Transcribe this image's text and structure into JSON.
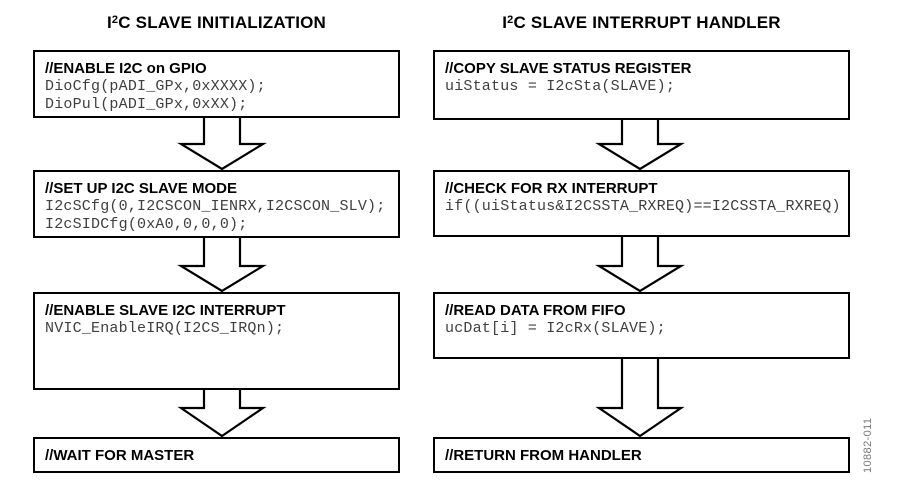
{
  "left": {
    "title": {
      "pre": "I",
      "sup": "2",
      "post": "C SLAVE INITIALIZATION"
    },
    "boxes": [
      {
        "header": "//ENABLE I2C on GPIO",
        "code": [
          "DioCfg(pADI_GPx,0xXXXX);",
          "DioPul(pADI_GPx,0xXX);"
        ]
      },
      {
        "header": "//SET UP I2C SLAVE MODE",
        "code": [
          "I2cSCfg(0,I2CSCON_IENRX,I2CSCON_SLV);",
          "I2cSIDCfg(0xA0,0,0,0);"
        ]
      },
      {
        "header": "//ENABLE SLAVE I2C INTERRUPT",
        "code": [
          "NVIC_EnableIRQ(I2CS_IRQn);"
        ]
      },
      {
        "header": "//WAIT FOR MASTER",
        "code": []
      }
    ]
  },
  "right": {
    "title": {
      "pre": "I",
      "sup": "2",
      "post": "C SLAVE INTERRUPT HANDLER"
    },
    "boxes": [
      {
        "header": "//COPY SLAVE STATUS REGISTER",
        "code": [
          "uiStatus = I2cSta(SLAVE);"
        ]
      },
      {
        "header": "//CHECK FOR RX INTERRUPT",
        "code": [
          "if((uiStatus&I2CSSTA_RXREQ)==I2CSSTA_RXREQ)"
        ]
      },
      {
        "header": "//READ DATA FROM FIFO",
        "code": [
          "ucDat[i] = I2cRx(SLAVE);"
        ]
      },
      {
        "header": "//RETURN FROM HANDLER",
        "code": []
      }
    ]
  },
  "figure_label": "10882-011",
  "colors": {
    "background": "#ffffff",
    "box_border": "#000000",
    "header_text": "#000000",
    "code_text": "#3f3f3f",
    "figure_label_text": "#787878"
  }
}
